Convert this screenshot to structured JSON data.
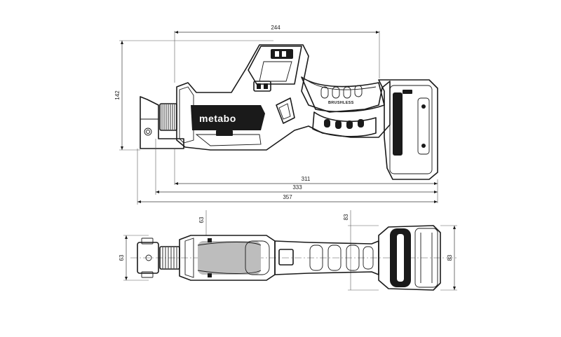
{
  "side_view": {
    "brand_logo": "metabo",
    "motor_label": "BRUSHLESS",
    "dimensions": {
      "overall_length_a": "244",
      "height": "142",
      "length_b": "311",
      "length_c": "333",
      "length_d": "357"
    }
  },
  "top_view": {
    "dimensions": {
      "blade_clamp_width": "63",
      "body_width": "63",
      "handle_width": "83",
      "battery_width": "83"
    }
  },
  "colors": {
    "line": "#1a1a1a",
    "dimension": "#3a3a3a",
    "background": "#ffffff"
  }
}
